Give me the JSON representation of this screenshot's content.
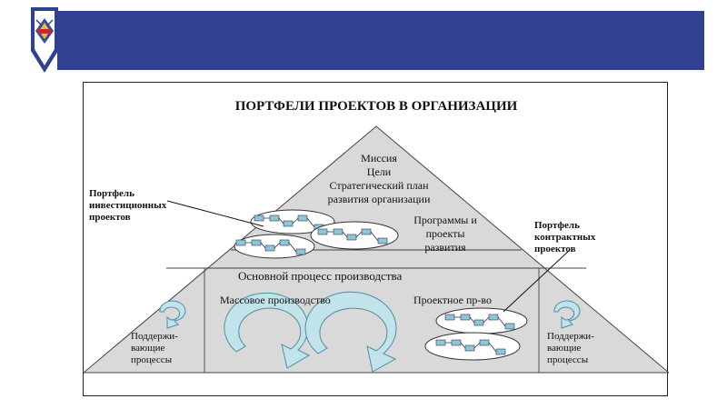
{
  "colors": {
    "banner": "#2f4190",
    "pyramid_fill": "#d9d9d9",
    "arrow_fill": "#c2e3ea",
    "arrow_stroke": "#4a8fa0",
    "box_fill": "#8ec6d6"
  },
  "icons": {
    "logo": "university-crest-icon"
  },
  "diagram": {
    "title": "ПОРТФЕЛИ ПРОЕКТОВ В ОРГАНИЗАЦИИ",
    "apex_text": [
      "Миссия",
      "Цели",
      "Стратегический план",
      "развития организации"
    ],
    "programs_text": [
      "Программы и",
      "проекты",
      "развития"
    ],
    "main_process": "Основной процесс производства",
    "mass_production": "Массовое производство",
    "project_production": "Проектное пр-во",
    "supporting_left": [
      "Поддержи-",
      "вающие",
      "процессы"
    ],
    "supporting_right": [
      "Поддержи-",
      "вающие",
      "процессы"
    ],
    "callout_investment": [
      "Портфель",
      "инвестиционных",
      "проектов"
    ],
    "callout_contract": [
      "Портфель",
      "контрактных",
      "проектов"
    ]
  }
}
